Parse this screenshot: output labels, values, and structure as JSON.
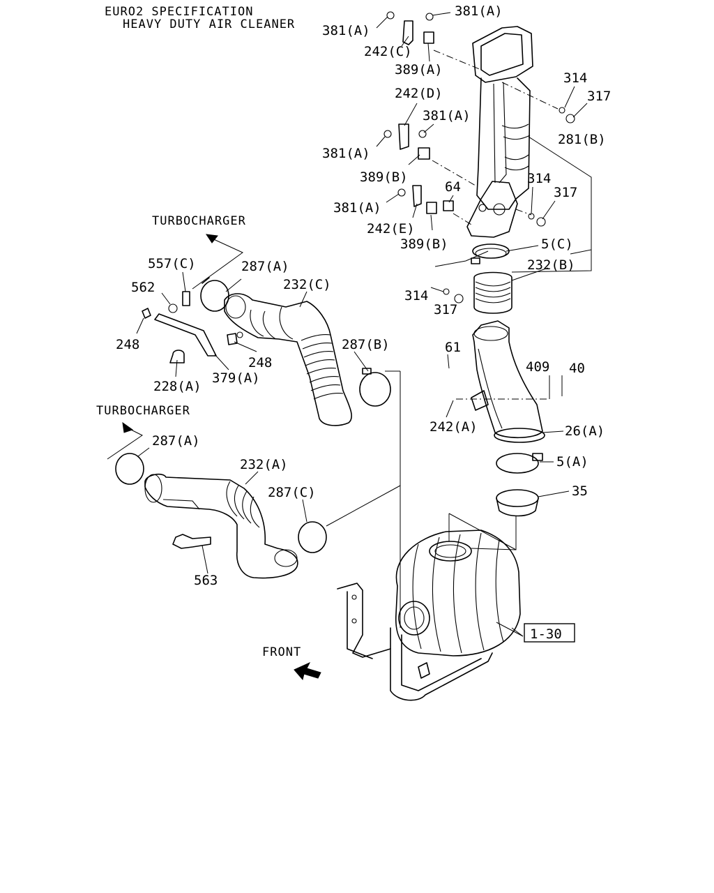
{
  "header": {
    "line1": "EURO2 SPECIFICATION",
    "line2": "HEAVY DUTY AIR CLEANER"
  },
  "notes": {
    "turbocharger_upper": "TURBOCHARGER",
    "turbocharger_lower": "TURBOCHARGER",
    "front": "FRONT",
    "reference": "1-30"
  },
  "callouts": [
    "381(A)",
    "381(A)",
    "242(C)",
    "389(A)",
    "314",
    "317",
    "242(D)",
    "381(A)",
    "381(A)",
    "281(B)",
    "389(B)",
    "314",
    "317",
    "64",
    "381(A)",
    "242(E)",
    "389(B)",
    "5(C)",
    "232(B)",
    "314",
    "317",
    "557(C)",
    "287(A)",
    "232(C)",
    "562",
    "248",
    "248",
    "287(B)",
    "228(A)",
    "379(A)",
    "61",
    "409",
    "40",
    "242(A)",
    "26(A)",
    "5(A)",
    "287(A)",
    "232(A)",
    "287(C)",
    "35",
    "563"
  ]
}
